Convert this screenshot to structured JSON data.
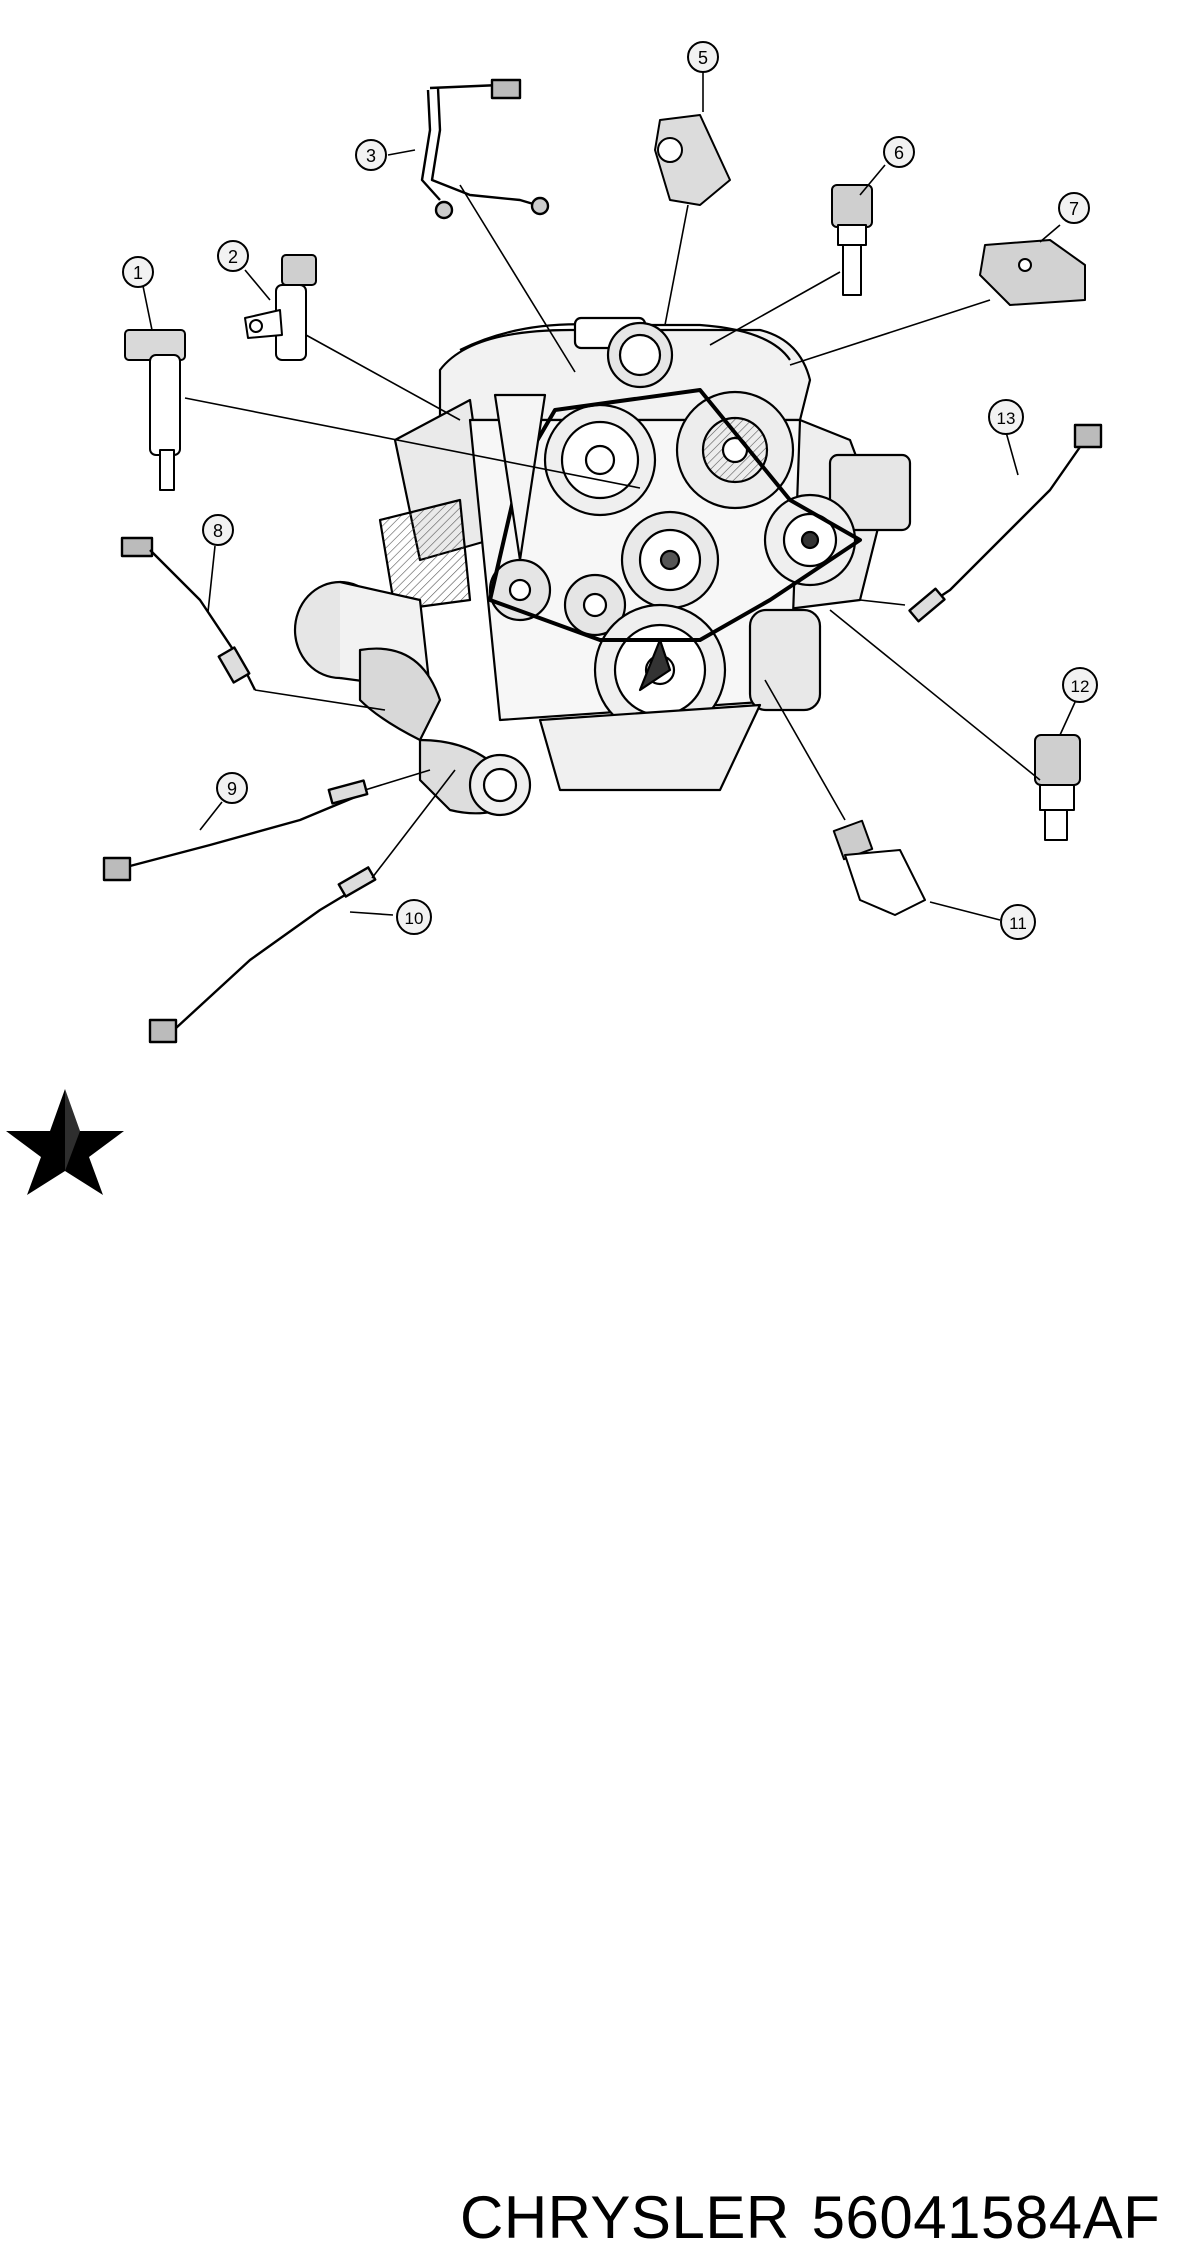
{
  "callouts": [
    {
      "label": "1"
    },
    {
      "label": "2"
    },
    {
      "label": "3"
    },
    {
      "label": "5"
    },
    {
      "label": "6"
    },
    {
      "label": "7"
    },
    {
      "label": "8"
    },
    {
      "label": "9"
    },
    {
      "label": "10"
    },
    {
      "label": "11"
    },
    {
      "label": "12"
    },
    {
      "label": "13"
    }
  ],
  "footer": {
    "brand": "CHRYSLER",
    "part_number": "56041584AF",
    "logo_icon": "chrysler-pentastar-icon"
  },
  "colors": {
    "ink": "#000000",
    "paper": "#ffffff",
    "shade": "#cfcfcf"
  }
}
